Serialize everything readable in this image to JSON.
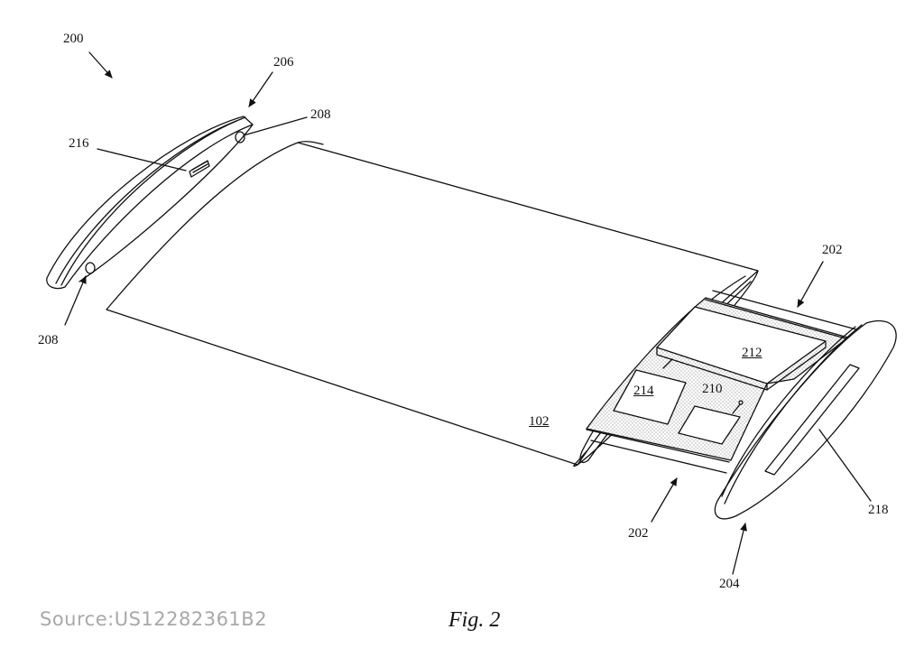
{
  "figure": {
    "caption": "Fig. 2",
    "source": "Source:US12282361B2"
  },
  "labels": {
    "device": "200",
    "top_cap": "206",
    "port_upper": "208",
    "port_lower": "208",
    "slot_left": "216",
    "rails_upper": "202",
    "rails_lower": "202",
    "board_212": "212",
    "board_214": "214",
    "board_210": "210",
    "display": "102",
    "slot_right": "218",
    "bottom_cap": "204"
  },
  "colors": {
    "line": "#111111",
    "stipple": "#888888"
  }
}
